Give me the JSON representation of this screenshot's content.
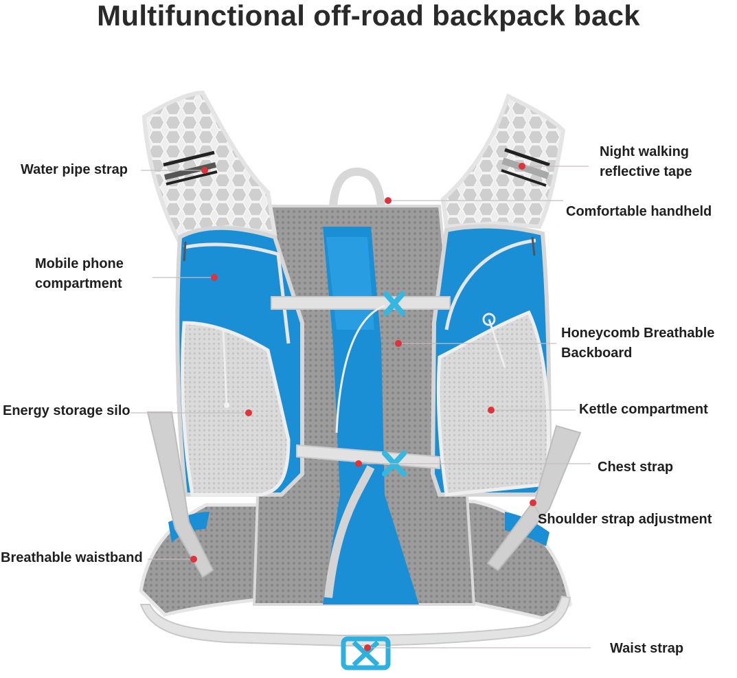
{
  "title": "Multifunctional off-road backpack back",
  "colors": {
    "accent_blue": "#1b8fd6",
    "mesh_gray": "#9a9a9a",
    "trim": "#dcdcdc",
    "dot": "#e0323a"
  },
  "labels": {
    "water_pipe_strap": "Water pipe strap",
    "night_walking_1": "Night walking",
    "night_walking_2": "reflective tape",
    "comfortable_handheld": "Comfortable handheld",
    "mobile_phone_1": "Mobile phone",
    "mobile_phone_2": "compartment",
    "honeycomb_1": "Honeycomb Breathable",
    "honeycomb_2": "Backboard",
    "energy_storage_silo": "Energy storage silo",
    "kettle_compartment": "Kettle compartment",
    "chest_strap": "Chest strap",
    "shoulder_strap_adjustment": "Shoulder strap adjustment",
    "breathable_waistband": "Breathable waistband",
    "waist_strap": "Waist strap"
  }
}
